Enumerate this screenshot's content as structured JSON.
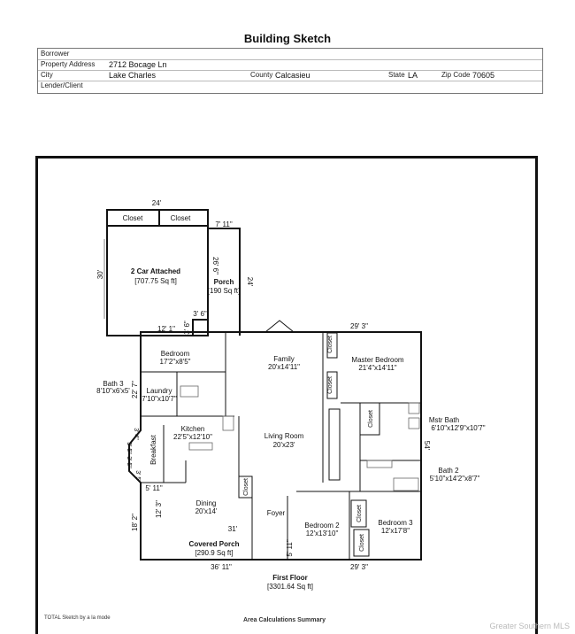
{
  "header": {
    "title": "Building Sketch"
  },
  "form": {
    "borrower_label": "Borrower",
    "address_label": "Property Address",
    "address_value": "2712 Bocage Ln",
    "city_label": "City",
    "city_value": "Lake Charles",
    "county_label": "County",
    "county_value": "Calcasieu",
    "state_label": "State",
    "state_value": "LA",
    "zip_label": "Zip Code",
    "zip_value": "70605",
    "lender_label": "Lender/Client"
  },
  "sketch": {
    "garage": {
      "width": "24'",
      "depth": "30'",
      "closet_a": "Closet",
      "closet_b": "Closet",
      "name": "2 Car Attached",
      "area": "[707.75 Sq ft]",
      "bottom": "12' 1\"",
      "step_a": "3' 6\"",
      "step_b": "3' 6\""
    },
    "porch": {
      "top": "7' 11\"",
      "left": "26' 6\"",
      "right": "24'",
      "name": "Porch",
      "area": "[190 Sq ft]"
    },
    "rooms": {
      "bedroom": "Bedroom",
      "bedroom_dim": "17'2\"x8'5\"",
      "bath3": "Bath 3",
      "bath3_dim": "8'10\"x6'x5'",
      "laundry": "Laundry",
      "laundry_dim": "7'10\"x10'7\"",
      "family": "Family",
      "family_dim": "20'x14'11\"",
      "master": "Master Bedroom",
      "master_dim": "21'4\"x14'11\"",
      "closet_m1": "Closet",
      "closet_m2": "Closet",
      "closet_m3": "Closet",
      "kitchen": "Kitchen",
      "kitchen_dim": "22'5\"x12'10\"",
      "breakfast": "Breakfast",
      "living": "Living Room",
      "living_dim": "20'x23'",
      "mstrbath": "Mstr Bath",
      "mstrbath_dim": "6'10\"x12'9\"x10'7\"",
      "bath2": "Bath 2",
      "bath2_dim": "5'10\"x14'2\"x8'7\"",
      "dining": "Dining",
      "dining_dim": "20'x14'",
      "closet_d": "Closet",
      "foyer": "Foyer",
      "bedroom2": "Bedroom 2",
      "bedroom2_dim": "12'x13'10\"",
      "bedroom3": "Bedroom 3",
      "bedroom3_dim": "12'x17'8\"",
      "closet_b2": "Closet",
      "closet_b3": "Closet"
    },
    "dims": {
      "top_right": "29' 3\"",
      "left_227": "22' 7\"",
      "bay_a": "3' 4\"",
      "bay_b": "3' 5\"",
      "bay_c": "3' 5\"",
      "bay_d": "3' 5\"",
      "d_511": "5' 11\"",
      "d_123": "12' 3\"",
      "d_182": "18' 2\"",
      "d_31": "31'",
      "d_511b": "5' 11\"",
      "right_54": "54'",
      "bottom_left": "36' 11\"",
      "bottom_right": "29' 3\""
    },
    "covered": {
      "name": "Covered Porch",
      "area": "[290.9 Sq ft]"
    },
    "floor": {
      "name": "First Floor",
      "area": "[3301.64 Sq ft]"
    }
  },
  "footer": {
    "software": "TOTAL Sketch by a la mode",
    "summary": "Area Calculations Summary",
    "watermark": "Greater Southern MLS"
  }
}
